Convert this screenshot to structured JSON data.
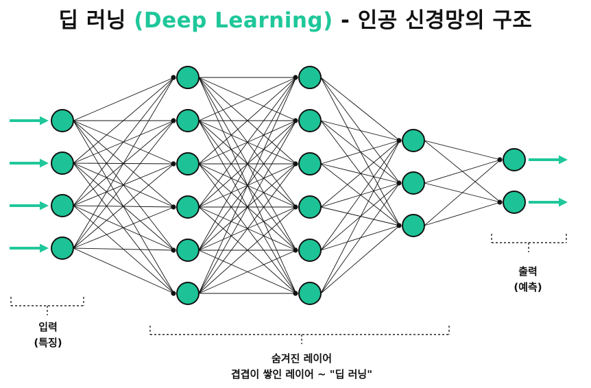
{
  "title": {
    "prefix": "딥 러닝 ",
    "accent": "(Deep Learning)",
    "suffix": " - 인공 신경망의 구조"
  },
  "colors": {
    "accent": "#1fc79a",
    "node_fill": "#1dc396",
    "edge": "#111111"
  },
  "layers": {
    "input": {
      "nodes": 4
    },
    "hidden1": {
      "nodes": 6
    },
    "hidden2": {
      "nodes": 6
    },
    "hidden3": {
      "nodes": 3
    },
    "output": {
      "nodes": 2
    }
  },
  "labels": {
    "input": {
      "line1": "입력",
      "line2": "(특징)"
    },
    "hidden": {
      "line1": "숨겨진 레이어",
      "line2": "겹겹이 쌓인 레이어 ~ \"딥 러닝\""
    },
    "output": {
      "line1": "출력",
      "line2": "(예측)"
    }
  }
}
